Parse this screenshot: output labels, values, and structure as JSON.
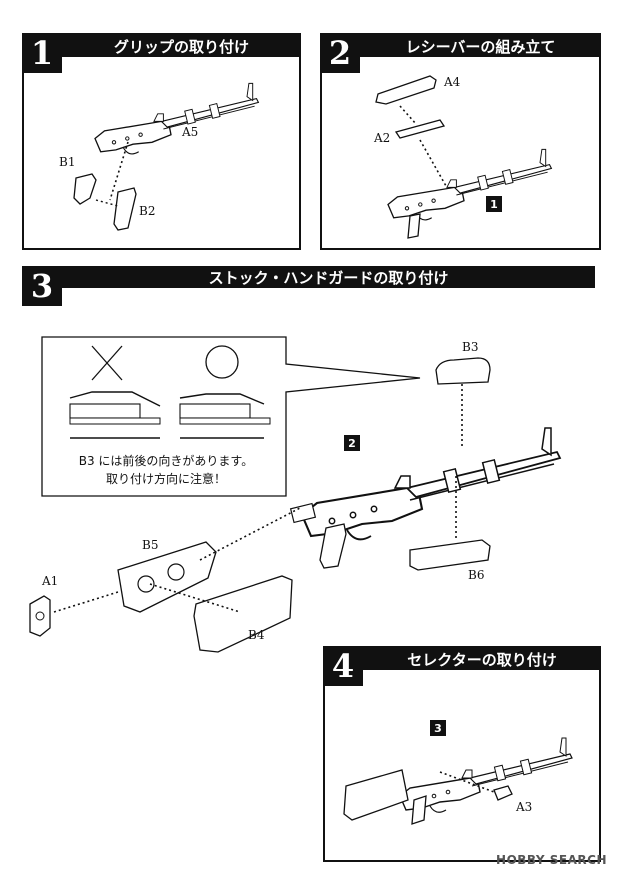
{
  "steps": [
    {
      "number": "1",
      "title": "グリップの取り付け"
    },
    {
      "number": "2",
      "title": "レシーバーの組み立て"
    },
    {
      "number": "3",
      "title": "ストック・ハンドガードの取り付け"
    },
    {
      "number": "4",
      "title": "セレクターの取り付け"
    }
  ],
  "parts": {
    "a5": "A5",
    "b1": "B1",
    "b2": "B2",
    "a4": "A4",
    "a2": "A2",
    "b3": "B3",
    "b5": "B5",
    "a1": "A1",
    "b4": "B4",
    "b6": "B6",
    "a3": "A3"
  },
  "refs": {
    "step2_ref": "1",
    "step3_ref": "2",
    "step4_ref": "3"
  },
  "note": {
    "wrong_mark": "×",
    "right_mark": "○",
    "line1": "B3 には前後の向きがあります。",
    "line2": "取り付け方向に注意！"
  },
  "watermark": "HOBBY SEARCH"
}
